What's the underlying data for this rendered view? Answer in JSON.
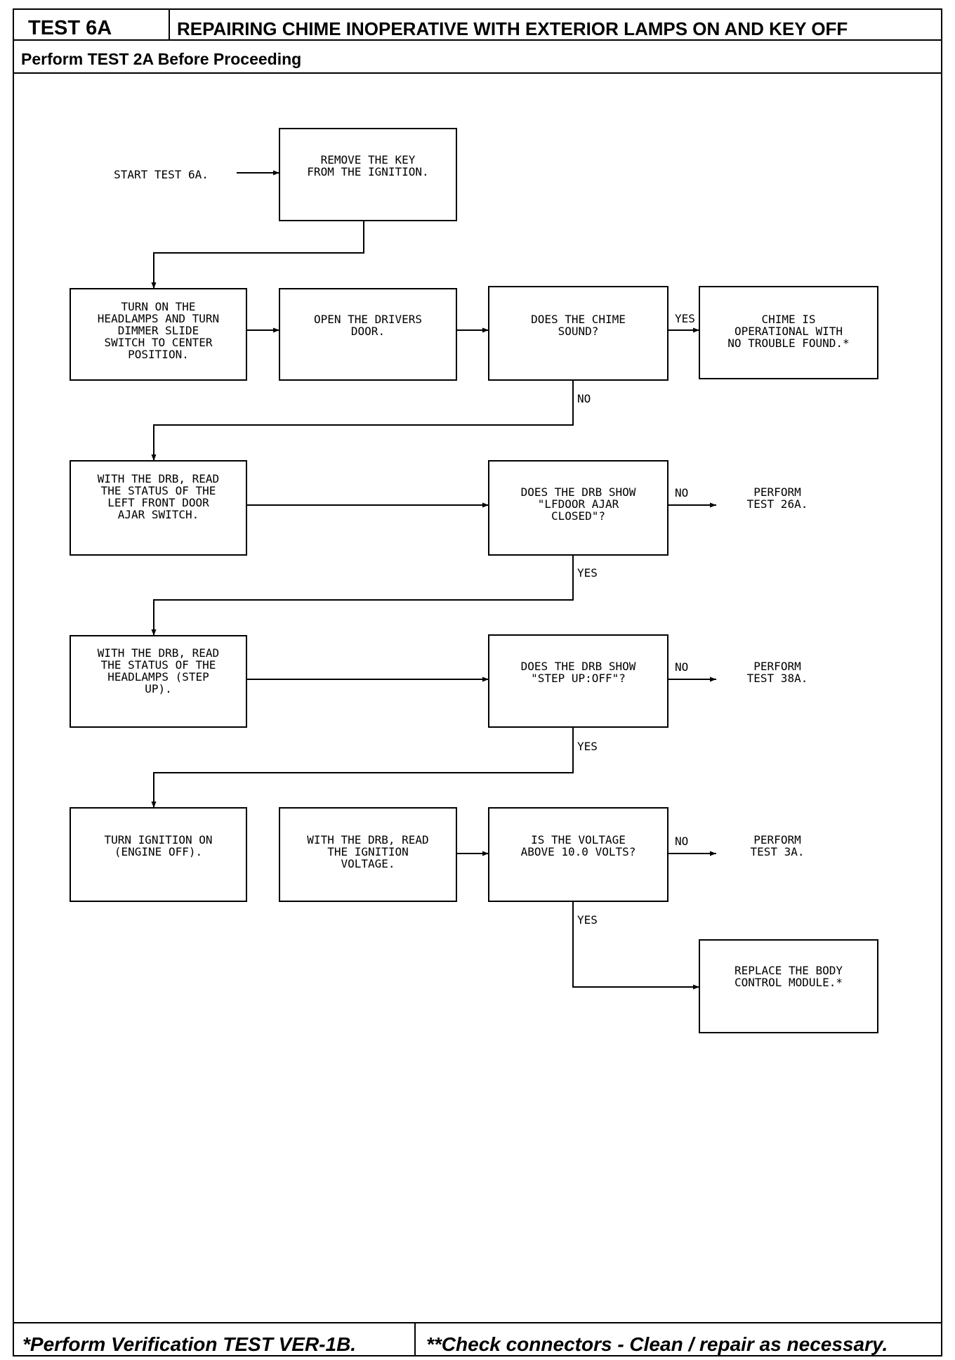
{
  "header": {
    "test_id": "TEST 6A",
    "title": "REPAIRING CHIME INOPERATIVE WITH EXTERIOR LAMPS ON AND KEY OFF",
    "prerequisite": "Perform TEST 2A Before Proceeding"
  },
  "footer": {
    "left": "*Perform Verification TEST VER-1B.",
    "right": "**Check connectors - Clean / repair as necessary."
  },
  "flowchart": {
    "nodes": [
      {
        "id": "start",
        "kind": "start-arrow",
        "text": "START TEST 6A."
      },
      {
        "id": "remove-key",
        "kind": "step",
        "text": "REMOVE THE KEY\nFROM THE IGNITION."
      },
      {
        "id": "turn-on-headlamps",
        "kind": "step",
        "text": "TURN ON THE\nHEADLAMPS AND TURN\nDIMMER SLIDE\nSWITCH TO CENTER\nPOSITION."
      },
      {
        "id": "open-door",
        "kind": "step",
        "text": "OPEN THE DRIVERS\nDOOR."
      },
      {
        "id": "chime-sound",
        "kind": "decision",
        "text": "DOES THE CHIME\nSOUND?"
      },
      {
        "id": "chime-ok",
        "kind": "result",
        "text": "CHIME IS\nOPERATIONAL WITH\nNO TROUBLE FOUND.*"
      },
      {
        "id": "read-ajar",
        "kind": "step",
        "text": "WITH THE DRB, READ\nTHE STATUS OF THE\nLEFT FRONT DOOR\nAJAR SWITCH."
      },
      {
        "id": "drb-lfdoor",
        "kind": "decision",
        "text": "DOES THE DRB SHOW\n\"LFDOOR AJAR\nCLOSED\"?"
      },
      {
        "id": "perform-26a",
        "kind": "goto-arrow",
        "text": "PERFORM\nTEST 26A."
      },
      {
        "id": "read-headlamps",
        "kind": "step",
        "text": "WITH THE DRB, READ\nTHE STATUS OF THE\nHEADLAMPS (STEP\nUP)."
      },
      {
        "id": "drb-stepup",
        "kind": "decision",
        "text": "DOES THE DRB SHOW\n\"STEP UP:OFF\"?"
      },
      {
        "id": "perform-38a",
        "kind": "goto-arrow",
        "text": "PERFORM\nTEST 38A."
      },
      {
        "id": "ignition-on",
        "kind": "step",
        "text": "TURN IGNITION ON\n(ENGINE OFF)."
      },
      {
        "id": "read-voltage",
        "kind": "step",
        "text": "WITH THE DRB, READ\nTHE IGNITION\nVOLTAGE."
      },
      {
        "id": "voltage-check",
        "kind": "decision",
        "text": "IS THE VOLTAGE\nABOVE 10.0 VOLTS?"
      },
      {
        "id": "perform-3a",
        "kind": "goto-arrow",
        "text": "PERFORM\nTEST 3A."
      },
      {
        "id": "replace-bcm",
        "kind": "result",
        "text": "REPLACE THE BODY\nCONTROL MODULE.*"
      }
    ],
    "edges": [
      {
        "from": "start",
        "to": "remove-key",
        "label": ""
      },
      {
        "from": "remove-key",
        "to": "turn-on-headlamps",
        "label": ""
      },
      {
        "from": "turn-on-headlamps",
        "to": "open-door",
        "label": ""
      },
      {
        "from": "open-door",
        "to": "chime-sound",
        "label": ""
      },
      {
        "from": "chime-sound",
        "to": "chime-ok",
        "label": "YES"
      },
      {
        "from": "chime-sound",
        "to": "read-ajar",
        "label": "NO"
      },
      {
        "from": "read-ajar",
        "to": "drb-lfdoor",
        "label": ""
      },
      {
        "from": "drb-lfdoor",
        "to": "perform-26a",
        "label": "NO"
      },
      {
        "from": "drb-lfdoor",
        "to": "read-headlamps",
        "label": "YES"
      },
      {
        "from": "read-headlamps",
        "to": "drb-stepup",
        "label": ""
      },
      {
        "from": "drb-stepup",
        "to": "perform-38a",
        "label": "NO"
      },
      {
        "from": "drb-stepup",
        "to": "ignition-on",
        "label": "YES"
      },
      {
        "from": "read-voltage",
        "to": "voltage-check",
        "label": ""
      },
      {
        "from": "voltage-check",
        "to": "perform-3a",
        "label": "NO"
      },
      {
        "from": "voltage-check",
        "to": "replace-bcm",
        "label": "YES"
      }
    ]
  }
}
